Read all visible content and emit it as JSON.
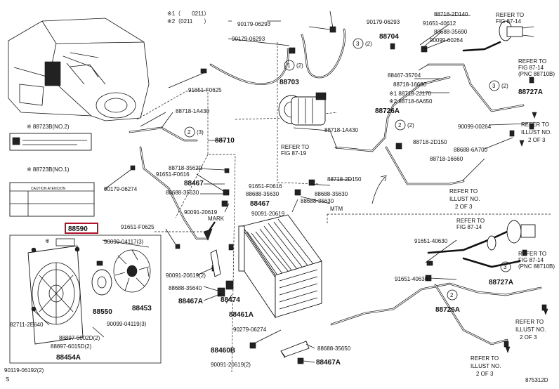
{
  "legend": {
    "line1": "※1（　　0211）",
    "line2": "※2（0211　　）"
  },
  "highlight_color": "#b3122a",
  "highlighted_part": "88590",
  "labels": {
    "l_90179_06293_a": "90179-06293",
    "l_90179_06293_b": "90179-06293",
    "l_90179_06293_c": "90179-06293",
    "l_88703": "88703",
    "l_1_2_top": "1",
    "l_2_top": "(2)",
    "l_3_top": "3",
    "l_3_top2": "(2)",
    "l_88704": "88704",
    "l_91651_40612": "91651-40612",
    "l_88718_2d140": "88718-2D140",
    "l_88688_35690": "88688-35690",
    "l_90099_00264_a": "90099-00264",
    "l_refer_top": "REFER TO",
    "l_fig_87_14_top": "FIG 87-14",
    "l_refer_top_b": "REFER TO",
    "l_fig_87_14_b": "FIG 87-14",
    "l_pno_a": "(PNC 88710B)",
    "l_88467_35704": "88467-35704",
    "l_88718_16660_a": "88718-16660",
    "l_3_r1": "3",
    "l_3_r1b": "(2)",
    "l_88727a_a": "88727A",
    "l_1_88718_2j170": "※1 88718-2J170",
    "l_2_88718_6a650": "※2 88718-6A650",
    "l_91651_f0625_a": "91651-F0625",
    "l_88718_1a430_a": "88718-1A430",
    "l_88726a_a": "88726A",
    "l_2_mid": "2",
    "l_2_midb": "(2)",
    "l_90099_00264_b": "90099-00264",
    "l_refer_illust_a": "REFER TO",
    "l_illust_no_a": "ILLUST NO.",
    "l_2of3_a": "2 OF 3",
    "l_88718_1a430_b": "88718-1A430",
    "l_88718_2d150_a": "88718-2D150",
    "l_88688_6a700": "88688-6A700",
    "l_88718_16660_b": "88718-16660",
    "l_88723b_2": "※ 88723B(NO.2)",
    "l_88723b_1": "※ 88723B(NO.1)",
    "l_2_left": "2",
    "l_2_leftb": "(3)",
    "l_88710": "88710",
    "l_88718_3562d": "88718-3562D",
    "l_91651_f0616_a": "91651-F0616",
    "l_88467_a": "88467",
    "l_88688_35630_a": "88688-35630",
    "l_90179_06274": "90179-06274",
    "l_90091_20619_a": "90091-20619",
    "l_refer_fig_87_19": "REFER TO",
    "l_fig_87_19": "FIG 87-19",
    "l_91651_f0616_b": "91651-F0616",
    "l_88718_2d150_b": "88718-2D150",
    "l_88688_35630_b": "88688-35630",
    "l_88688_35630_c": "88688-35630",
    "l_88467_b": "88467",
    "l_90091_20619_b": "90091-20619",
    "l_mtm": "MTM",
    "l_refer_illust_b": "REFER TO",
    "l_illust_no_b": "ILLUST NO.",
    "l_2of3_b": "2 OF 3",
    "l_88590": "88590",
    "l_91651_f0625_b": "91651-F0625",
    "l_mark": "MARK",
    "l_90099_04117": "90099-04117(3)",
    "l_90091_20619_c": "90091-20619(2)",
    "l_88688_35640": "88688-35640",
    "l_88467a_a": "88467A",
    "l_88474": "88474",
    "l_88461a": "88461A",
    "l_88550": "88550",
    "l_88453": "88453",
    "l_90099_04119": "90099-04119(3)",
    "l_82711_2e640": "82711-2E640",
    "l_88897_5002d": "88897-5002D(2)",
    "l_88897_6015d": "88897-6015D(2)",
    "l_88454a": "88454A",
    "l_90119_06192": "90119-06192(2)",
    "l_s": "S",
    "l_90279_06274": "90279-06274",
    "l_88460b": "88460B",
    "l_90091_20619_d": "90091-20619(2)",
    "l_88688_35650": "88688-35650",
    "l_88467a_b": "88467A",
    "l_refer_fig_87_14_c": "REFER TO",
    "l_fig_87_14_c": "FIG 87-14",
    "l_91651_40630_a": "91651-40630",
    "l_refer_fig_87_14_d": "REFER TO",
    "l_fig_87_14_d": "FIG 87-14",
    "l_pno_b": "(PNC 88710B)",
    "l_3_r2": "3",
    "l_91651_40630_b": "91651-40630",
    "l_88727a_b": "88727A",
    "l_2_r2": "2",
    "l_88726a_b": "88726A",
    "l_refer_illust_c": "REFER TO",
    "l_illust_no_c": "ILLUST NO.",
    "l_2of3_c": "2 OF 3",
    "l_refer_illust_d": "REFER TO",
    "l_illust_no_d": "ILLUST NO.",
    "l_2of3_d": "2 OF 3",
    "l_ref_no": "875312D",
    "l_caution": "CAUTION  ATENCION"
  }
}
